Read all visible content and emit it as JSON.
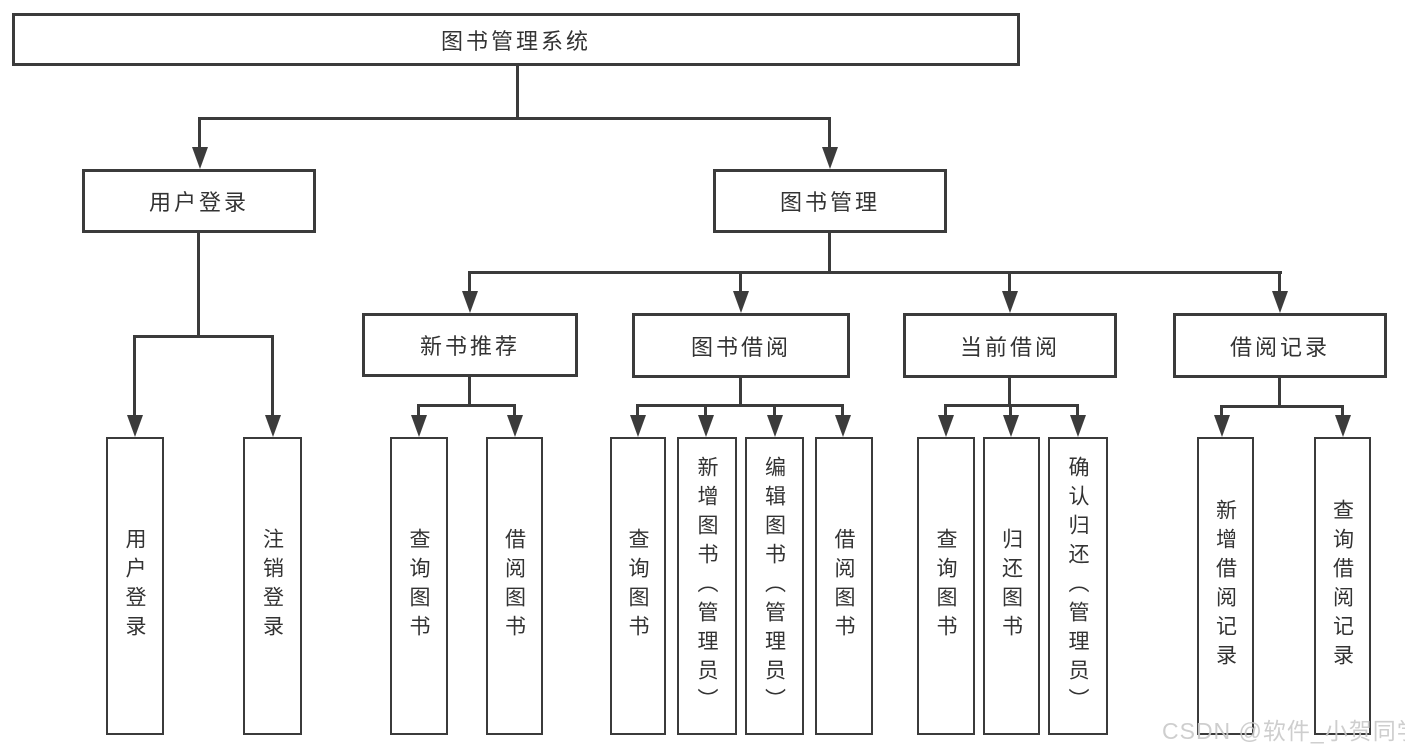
{
  "colors": {
    "line": "#3b3b3b",
    "text": "#333333",
    "watermark": "#c9c9c9",
    "background": "#ffffff"
  },
  "diagram": {
    "root": {
      "label": "图书管理系统"
    },
    "level2": [
      {
        "label": "用户登录"
      },
      {
        "label": "图书管理"
      }
    ],
    "level3": [
      {
        "label": "新书推荐"
      },
      {
        "label": "图书借阅"
      },
      {
        "label": "当前借阅"
      },
      {
        "label": "借阅记录"
      }
    ],
    "leaves": {
      "user_login": [
        "用户登录",
        "注销登录"
      ],
      "new_book_recommend": [
        "查询图书",
        "借阅图书"
      ],
      "book_borrowing": [
        "查询图书",
        "新增图书（管理员）",
        "编辑图书（管理员）",
        "借阅图书"
      ],
      "current_borrowing": [
        "查询图书",
        "归还图书",
        "确认归还（管理员）"
      ],
      "borrowing_records": [
        "新增借阅记录",
        "查询借阅记录"
      ]
    }
  },
  "watermark": {
    "text": "CSDN @软件_小贺同学"
  }
}
